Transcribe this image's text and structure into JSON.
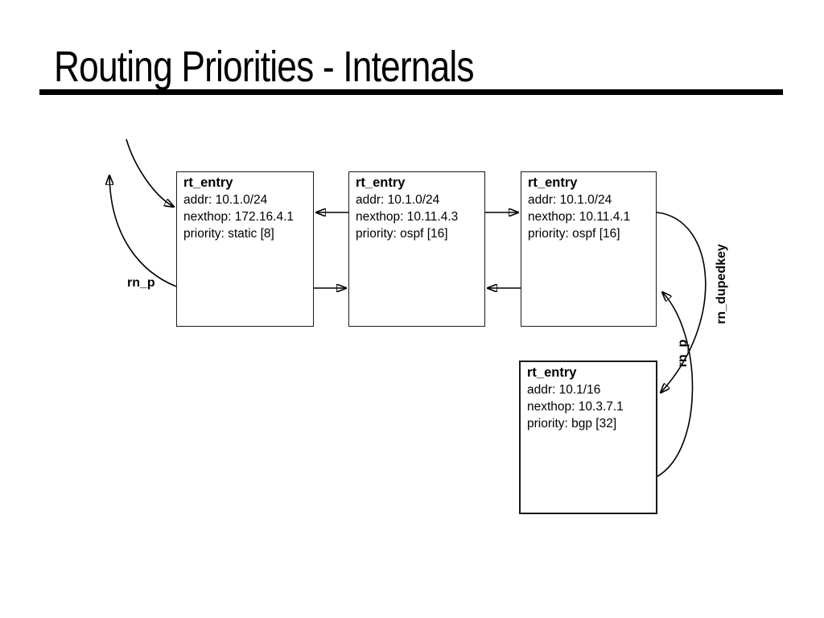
{
  "slide": {
    "title": "Routing Priorities - Internals",
    "ink_color": "#000000",
    "background_color": "#ffffff"
  },
  "diagram": {
    "nodes": [
      {
        "title": "rt_entry",
        "addr": "addr: 10.1.0/24",
        "nexthop": "nexthop: 172.16.4.1",
        "priority": "priority: static [8]"
      },
      {
        "title": "rt_entry",
        "addr": "addr: 10.1.0/24",
        "nexthop": "nexthop: 10.11.4.3",
        "priority": "priority: ospf [16]"
      },
      {
        "title": "rt_entry",
        "addr": "addr: 10.1.0/24",
        "nexthop": "nexthop: 10.11.4.1",
        "priority": "priority: ospf [16]"
      },
      {
        "title": "rt_entry",
        "addr": "addr: 10.1/16",
        "nexthop": "nexthop: 10.3.7.1",
        "priority": "priority: bgp [32]"
      }
    ],
    "labels": {
      "parent_pointer_left": "rn_p",
      "parent_pointer_right": "rn_p",
      "dupedkey_pointer": "rn_dupedkey"
    }
  }
}
